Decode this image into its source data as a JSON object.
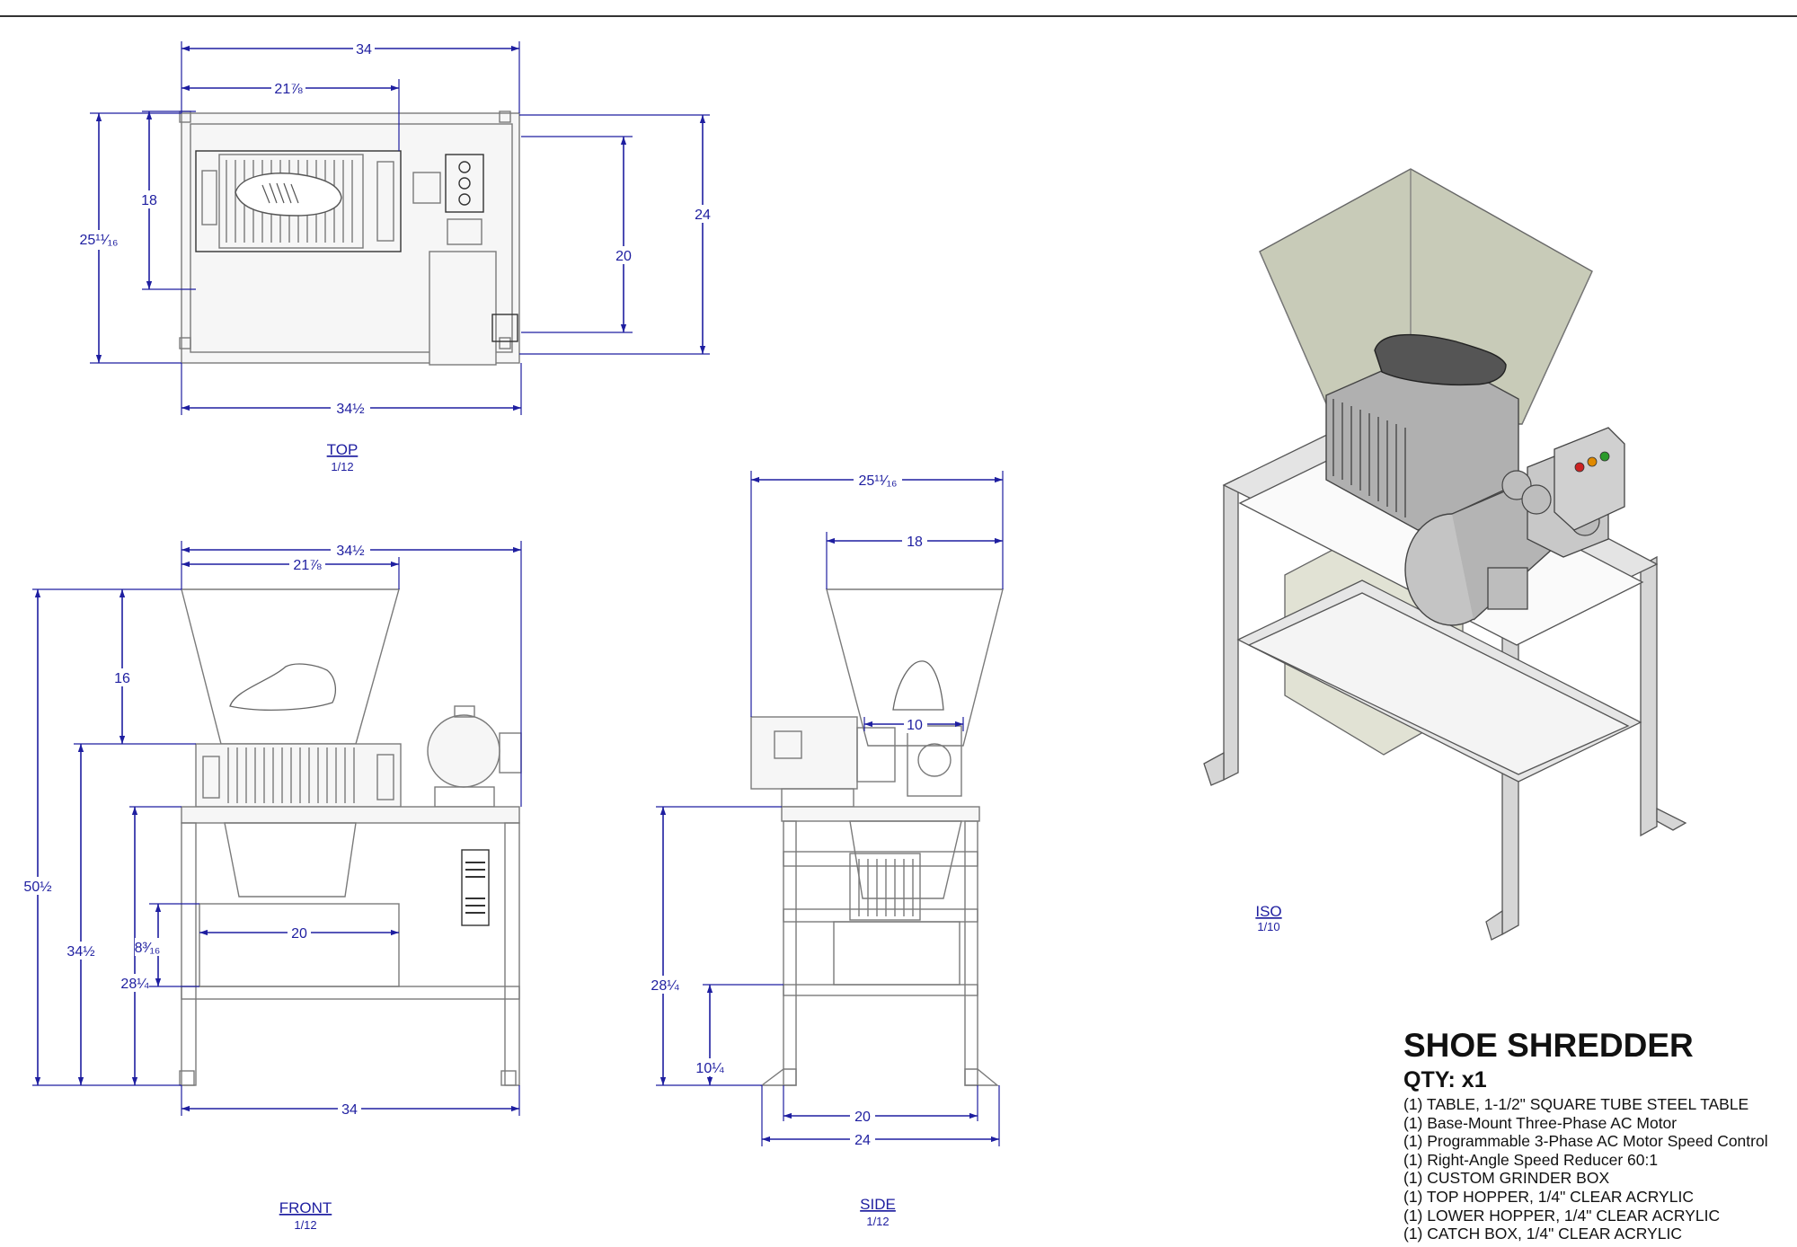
{
  "views": {
    "top": {
      "label": "TOP",
      "scale": "1/12"
    },
    "front": {
      "label": "FRONT",
      "scale": "1/12"
    },
    "side": {
      "label": "SIDE",
      "scale": "1/12"
    },
    "iso": {
      "label": "ISO",
      "scale": "1/10"
    }
  },
  "dimensions": {
    "top": {
      "width_top": "34",
      "hopper_width": "21⅞",
      "overall_depth": "25¹¹⁄₁₆",
      "hopper_depth": "18",
      "table_depth": "24",
      "frame_depth": "20",
      "overall_width": "34½"
    },
    "front": {
      "overall_width": "34½",
      "hopper_width": "21⅞",
      "hopper_height": "16",
      "overall_height": "50½",
      "shredder_height": "34½",
      "lower_height": "8³⁄₁₆",
      "table_height": "28¼",
      "catch_box_width": "20",
      "base_width": "34"
    },
    "side": {
      "overall_width": "25¹¹⁄₁₆",
      "hopper_width": "18",
      "box_width": "10",
      "table_height": "28¼",
      "shelf_height": "10¼",
      "inner_width": "20",
      "outer_width": "24"
    }
  },
  "title_block": {
    "title": "SHOE SHREDDER",
    "qty": "QTY: x1",
    "bom": [
      "(1) TABLE, 1-1/2\" SQUARE TUBE STEEL TABLE",
      "(1) Base-Mount Three-Phase AC Motor",
      "(1) Programmable 3-Phase AC Motor Speed Control",
      "(1) Right-Angle Speed Reducer 60:1",
      "(1) CUSTOM GRINDER BOX",
      "(1) TOP HOPPER, 1/4\" CLEAR ACRYLIC",
      "(1) LOWER HOPPER, 1/4\" CLEAR ACRYLIC",
      "(1) CATCH BOX, 1/4\" CLEAR ACRYLIC"
    ]
  },
  "colors": {
    "dimension": "#1e1ea0",
    "outline": "#7a7a7a",
    "hopper_fill": "#c8cbb0",
    "frame_fill": "#d6d6d6",
    "light_red": "#cc2222",
    "light_orange": "#e08a00",
    "light_green": "#2a9a2a"
  }
}
